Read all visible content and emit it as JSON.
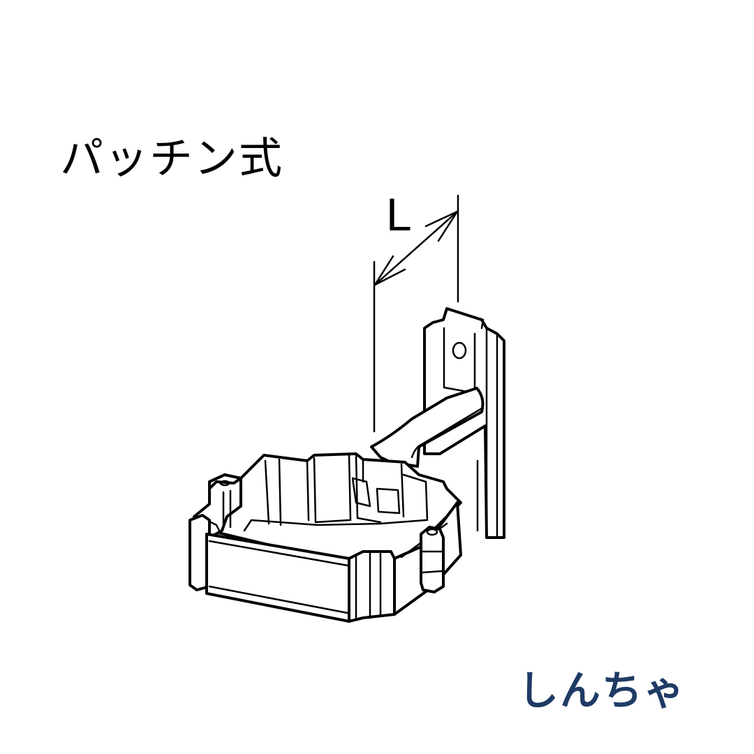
{
  "diagram": {
    "title": "パッチン式",
    "dimension_label": "L",
    "watermark": "しんちゃ",
    "subject": "gutter-bracket-line-drawing",
    "colors": {
      "background": "#ffffff",
      "line": "#000000",
      "watermark": "#1f3a64"
    }
  }
}
